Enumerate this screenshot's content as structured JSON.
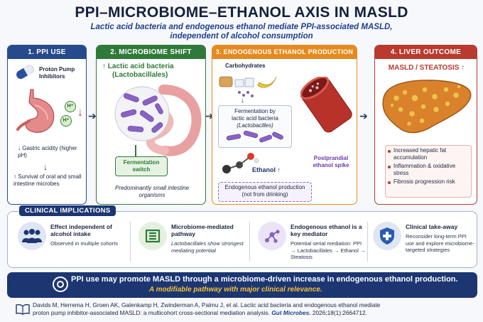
{
  "title": "PPI–MICROBIOME–ETHANOL AXIS IN MASLD",
  "subtitle_line1": "Lactic acid bacteria and endogenous ethanol mediate PPI-associated MASLD,",
  "subtitle_line2": "independent of alcohol consumption",
  "panels": [
    {
      "heading": "1. PPI USE",
      "drug_label": "Proton Pump Inhibitors",
      "ion_label": "H⁺",
      "acidity": "↓ Gastric acidity (higher pH)",
      "survival": "↑ Survival of oral and small intestine microbes"
    },
    {
      "heading": "2. MICROBIOME SHIFT",
      "bacteria_title": "↑ Lactic acid bacteria",
      "bacteria_sub": "(Lactobacillales)",
      "switch_label": "Fermentation switch",
      "note": "Predominantly small intestine organisms"
    },
    {
      "heading": "3. ENDOGENOUS ETHANOL PRODUCTION",
      "carbs": "Carbohydrates",
      "ferment_line1": "Fermentation by",
      "ferment_line2": "lactic acid bacteria",
      "ferment_line3": "(Lactobacilles)",
      "ethanol": "Ethanol ↑",
      "spike": "Postprandial ethanol spike",
      "endogenous": "Endogenous ethanol production (not from drinking)"
    },
    {
      "heading": "4. LIVER OUTCOME",
      "outcome": "MASLD / STEATOSIS ↑",
      "bullets": [
        "Increased hepatic fat accumulation",
        "Inflammation & oxidative stress",
        "Fibrosis progression risk"
      ]
    }
  ],
  "implications": {
    "heading": "CLINICAL IMPLICATIONS",
    "items": [
      {
        "title": "Effect independent of alcohol intake",
        "body": "Observed in multiple cohorts"
      },
      {
        "title": "Microbiome-mediated pathway",
        "body": "Lactobacillales show strongest mediating potential"
      },
      {
        "title": "Endogenous ethanol is a key mediator",
        "body": "Potential serial mediation: PPI → Lactobacillales → Ethanol → Steatosis"
      },
      {
        "title": "Clinical take-away",
        "body": "Reconsider long-term PPI use and explore microbiome-targeted strategies"
      }
    ]
  },
  "banner": {
    "main": "PPI use may promote MASLD through a microbiome-driven increase in endogenous ethanol production.",
    "sub": "A modifiable pathway with major clinical relevance."
  },
  "citation": {
    "line1": "Davids M, Herrema H, Groen AK, Galenkamp H, Zwinderman A, Palmu J, et al.  Lactic acid bacteria and endogenous ethanol mediate",
    "line2": "proton pump inhibitor-associated MASLD: a multicohort cross-sectional mediation analysis.",
    "journal": "Gut Microbes.",
    "ref": "2026;18(1):2664712."
  },
  "colors": {
    "navy": "#1c3672",
    "green": "#2f7a3a",
    "orange": "#e58a1f",
    "red": "#b93a2f",
    "bacteria": "#8a62c4",
    "gold": "#f5c030"
  }
}
